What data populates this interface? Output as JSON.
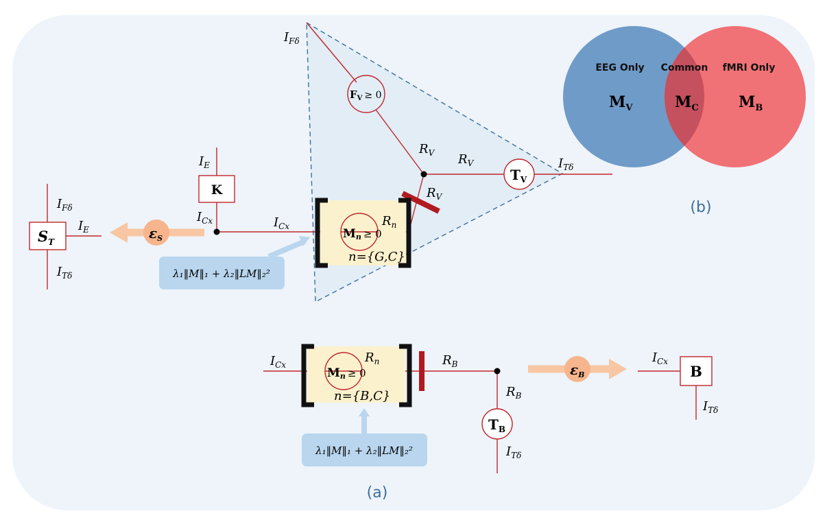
{
  "panel_a": {
    "caption": "(a)",
    "top_module": {
      "factor_label": "M",
      "factor_sub": "n",
      "factor_cond": "≥ 0",
      "resistor_label": "R",
      "resistor_sub": "n",
      "set_label": "n={G,C}",
      "reg_term": "λ₁‖M‖₁ + λ₂‖LM‖₂²"
    },
    "bottom_module": {
      "factor_label": "M",
      "factor_sub": "n",
      "factor_cond": "≥ 0",
      "resistor_label": "R",
      "resistor_sub": "n",
      "set_label": "n={B,C}",
      "reg_term": "λ₁‖M‖₁ + λ₂‖LM‖₂²"
    },
    "nodes": {
      "K": "K",
      "B": "B",
      "S": "S",
      "S_sub": "T",
      "FV": "F",
      "FV_sub": "V",
      "FV_cond": "≥ 0",
      "TV": "T",
      "TV_sub": "V",
      "TB": "T",
      "TB_sub": "B"
    },
    "arrows": {
      "eps_s": "ε",
      "eps_s_sub": "S",
      "eps_b": "ε",
      "eps_b_sub": "B"
    },
    "labels": {
      "I": "I",
      "R": "R",
      "E": "E",
      "Cx": "Cx",
      "Fd": "Fδ",
      "Td": "Tδ",
      "V": "V",
      "B": "B"
    }
  },
  "panel_b": {
    "caption": "(b)",
    "left_title": "EEG Only",
    "mid_title": "Common",
    "right_title": "fMRI Only",
    "left_sym": "M",
    "left_sub": "V",
    "mid_sym": "M",
    "mid_sub": "C",
    "right_sym": "M",
    "right_sub": "B",
    "colors": {
      "left": "#6f9bc8",
      "right": "#f07276",
      "overlap": "#c5505e"
    }
  },
  "colors": {
    "panel_bg": "#eef4fa",
    "wire": "#c0262c",
    "arrow": "#f8c6a2",
    "reg_box": "#b9d6ee",
    "module_fill": "#fbf1cd"
  }
}
